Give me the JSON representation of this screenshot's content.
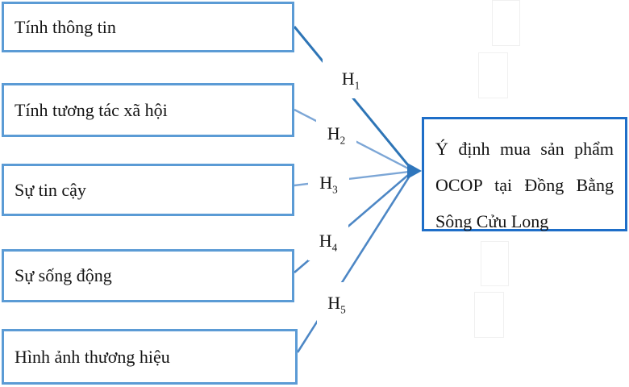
{
  "diagram": {
    "factors": [
      {
        "label": "Tính thông tin"
      },
      {
        "label": "Tính tương tác xã hội"
      },
      {
        "label": "Sự tin cậy"
      },
      {
        "label": "Sự sống động"
      },
      {
        "label": "Hình ảnh thương hiệu"
      }
    ],
    "hypotheses": [
      {
        "base": "H",
        "sub": "1"
      },
      {
        "base": "H",
        "sub": "2"
      },
      {
        "base": "H",
        "sub": "3"
      },
      {
        "base": "H",
        "sub": "4"
      },
      {
        "base": "H",
        "sub": "5"
      }
    ],
    "outcome": {
      "lines": [
        "Ý định mua sản phẩm",
        "OCOP tại Đồng Bằng",
        "Sông Cửu Long"
      ]
    },
    "colors": {
      "factor_border": "#5B9BD5",
      "outcome_border": "#1E6EC8",
      "connector_dark": "#2E75B6",
      "connector_light": "#7CA6D6",
      "connector_mid": "#4D87C5",
      "arrow": "#2F76BC",
      "text": "#141414"
    }
  }
}
